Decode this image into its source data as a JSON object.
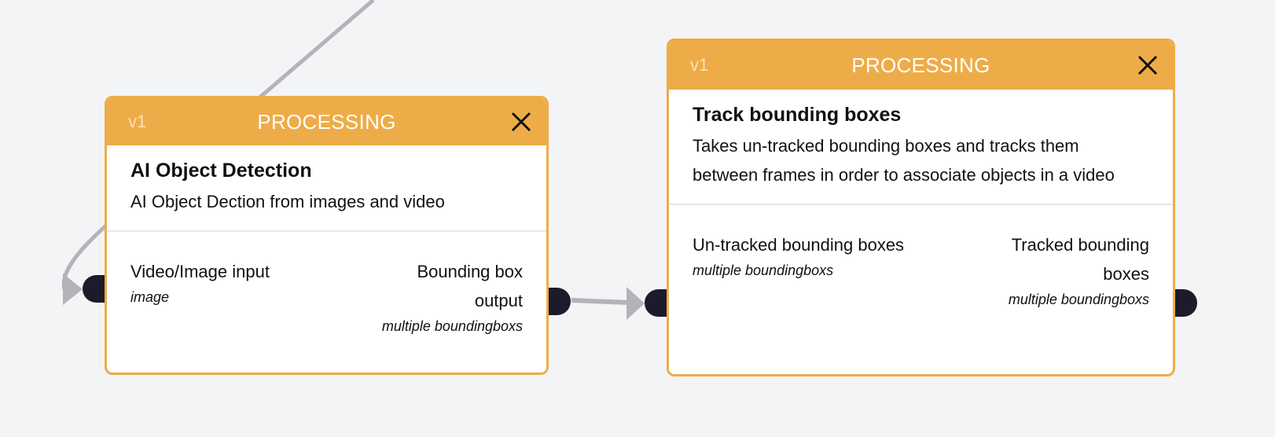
{
  "colors": {
    "accent": "#eeac48",
    "handle": "#1c1b2c",
    "edge": "#b4b4b8",
    "canvas": "#f3f4f6"
  },
  "nodes": [
    {
      "version": "v1",
      "status": "PROCESSING",
      "close_icon": "close-icon",
      "title": "AI Object Detection",
      "description": "AI Object Dection from images and video",
      "input": {
        "label": "Video/Image input",
        "type": "image"
      },
      "output": {
        "label": "Bounding box output",
        "type": "multiple boundingboxs"
      }
    },
    {
      "version": "v1",
      "status": "PROCESSING",
      "close_icon": "close-icon",
      "title": "Track bounding boxes",
      "description": "Takes un-tracked bounding boxes and tracks them between frames in order to associate objects in a video",
      "input": {
        "label": "Un-tracked bounding boxes",
        "type": "multiple boundingboxs"
      },
      "output": {
        "label": "Tracked bounding boxes",
        "type": "multiple boundingboxs"
      }
    }
  ]
}
